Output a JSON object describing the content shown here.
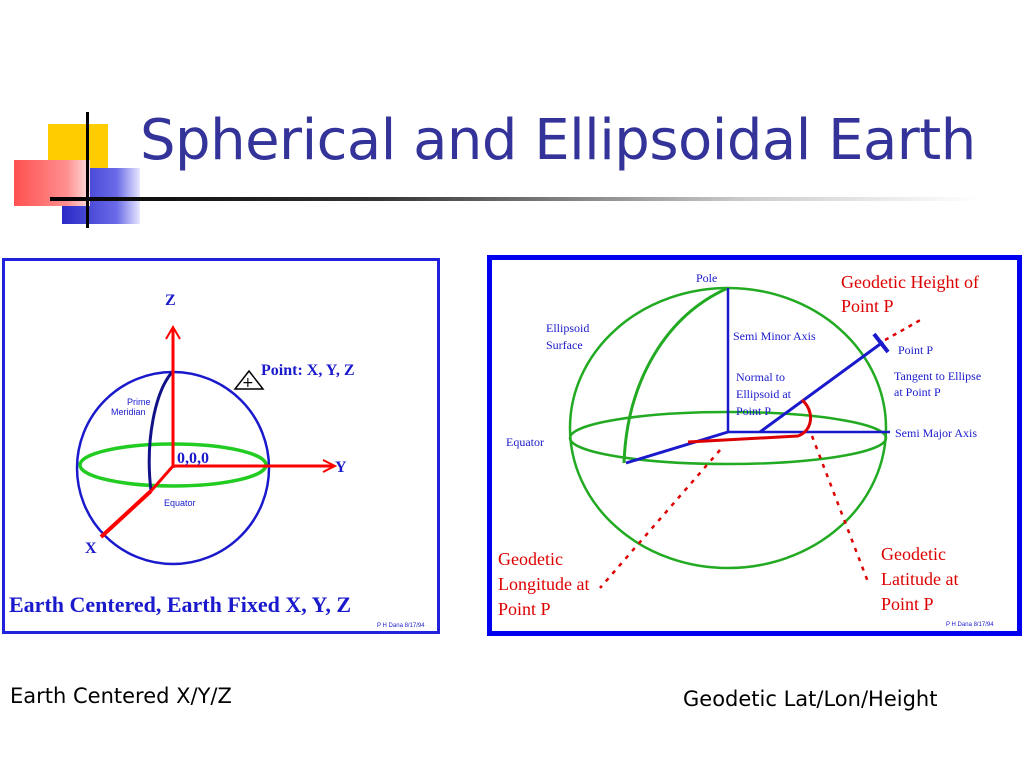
{
  "slide": {
    "title": "Spherical and Ellipsoidal Earth",
    "caption_left": "Earth Centered X/Y/Z",
    "caption_right": "Geodetic Lat/Lon/Height"
  },
  "colors": {
    "title": "#333399",
    "panel_border": "#0000ee",
    "axis": "#ff0000",
    "equator": "#22cc22",
    "sphere": "#1a1acc",
    "annotation": "#dd0000"
  },
  "left_diagram": {
    "axis_z": "Z",
    "axis_y": "Y",
    "axis_x": "X",
    "point_label": "Point: X, Y, Z",
    "point_marker": "+",
    "prime_meridian_line1": "Prime",
    "prime_meridian_line2": "Meridian",
    "origin_label": "0,0,0",
    "equator_label": "Equator",
    "footer": "Earth Centered, Earth Fixed X, Y, Z",
    "credit": "P H Dana 8/17/94"
  },
  "right_diagram": {
    "pole": "Pole",
    "ellipsoid_line1": "Ellipsoid",
    "ellipsoid_line2": "Surface",
    "semi_minor": "Semi Minor Axis",
    "normal_line1": "Normal to",
    "normal_line2": "Ellipsoid at",
    "normal_line3": "Point P",
    "equator": "Equator",
    "semi_major": "Semi Major Axis",
    "point_p": "Point P",
    "tangent_line1": "Tangent to Ellipse",
    "tangent_line2": "at Point P",
    "height_line1": "Geodetic Height of",
    "height_line2": "Point P",
    "longitude_line1": "Geodetic",
    "longitude_line2": "Longitude at",
    "longitude_line3": "Point P",
    "latitude_line1": "Geodetic",
    "latitude_line2": "Latitude at",
    "latitude_line3": "Point P",
    "credit": "P H Dana 8/17/94"
  }
}
